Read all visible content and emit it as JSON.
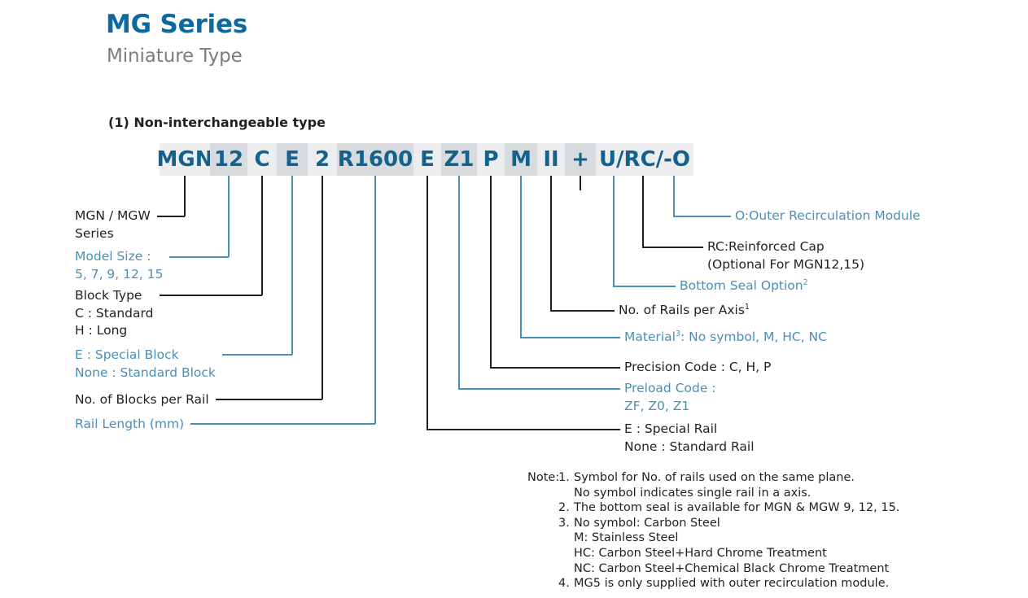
{
  "header": {
    "title": "MG Series",
    "subtitle": "Miniature Type",
    "section_heading": "(1) Non-interchangeable type"
  },
  "colors": {
    "title_blue": "#0d6a9e",
    "code_blue": "#13618c",
    "accent_blue": "#4a8fb5",
    "text_black": "#231f20",
    "cell_light": "#ecedee",
    "cell_dark": "#d8dbde"
  },
  "code_segments": [
    {
      "text": "MGN",
      "shade": "light"
    },
    {
      "text": "12",
      "shade": "dark"
    },
    {
      "text": "C",
      "shade": "light"
    },
    {
      "text": "E",
      "shade": "dark"
    },
    {
      "text": "2",
      "shade": "light"
    },
    {
      "text": "R1600",
      "shade": "dark"
    },
    {
      "text": "E",
      "shade": "light"
    },
    {
      "text": "Z1",
      "shade": "dark"
    },
    {
      "text": "P",
      "shade": "light"
    },
    {
      "text": "M",
      "shade": "dark"
    },
    {
      "text": "II",
      "shade": "light"
    },
    {
      "text": "+",
      "shade": "dark"
    },
    {
      "text": "U/RC/-O",
      "shade": "light"
    }
  ],
  "left_labels": [
    {
      "line1": "MGN / MGW",
      "line2": "Series",
      "color": "black"
    },
    {
      "line1": "Model Size :",
      "line2": "5, 7, 9, 12, 15",
      "color": "blue"
    },
    {
      "line1": "Block Type",
      "line2": "C : Standard",
      "line3": "H : Long",
      "color": "black"
    },
    {
      "line1": "E : Special Block",
      "line2": "None : Standard Block",
      "color": "blue"
    },
    {
      "line1": "No. of Blocks per Rail",
      "color": "black"
    },
    {
      "line1": "Rail Length (mm)",
      "color": "blue"
    }
  ],
  "right_labels": [
    {
      "line1": "O:Outer Recirculation Module",
      "color": "blue"
    },
    {
      "line1": "RC:Reinforced Cap",
      "line2": "(Optional For MGN12,15)",
      "color": "black"
    },
    {
      "line1": "Bottom Seal Option",
      "sup": "2",
      "color": "blue"
    },
    {
      "line1": "No. of Rails per Axis",
      "sup": "1",
      "color": "black"
    },
    {
      "line1": "Material",
      "sup": "3",
      "line1_tail": ": No symbol, M, HC, NC",
      "color": "blue"
    },
    {
      "line1": "Precision Code : C, H, P",
      "color": "black"
    },
    {
      "line1": "Preload Code :",
      "line2": "ZF, Z0, Z1",
      "color": "blue"
    },
    {
      "line1": "E : Special Rail",
      "line2": "None : Standard Rail",
      "color": "black"
    }
  ],
  "notes": {
    "label": "Note:",
    "items": [
      {
        "num": "1.",
        "lines": [
          "Symbol for No. of rails used on the same plane.",
          "No symbol indicates single rail in a axis."
        ]
      },
      {
        "num": "2.",
        "lines": [
          "The bottom seal is available for MGN & MGW 9, 12, 15."
        ]
      },
      {
        "num": "3.",
        "lines": [
          "No symbol: Carbon Steel",
          "M: Stainless Steel",
          "HC: Carbon Steel+Hard Chrome Treatment",
          "NC: Carbon Steel+Chemical Black Chrome Treatment"
        ]
      },
      {
        "num": "4.",
        "lines": [
          "MG5 is only supplied with outer recirculation module."
        ]
      }
    ]
  }
}
